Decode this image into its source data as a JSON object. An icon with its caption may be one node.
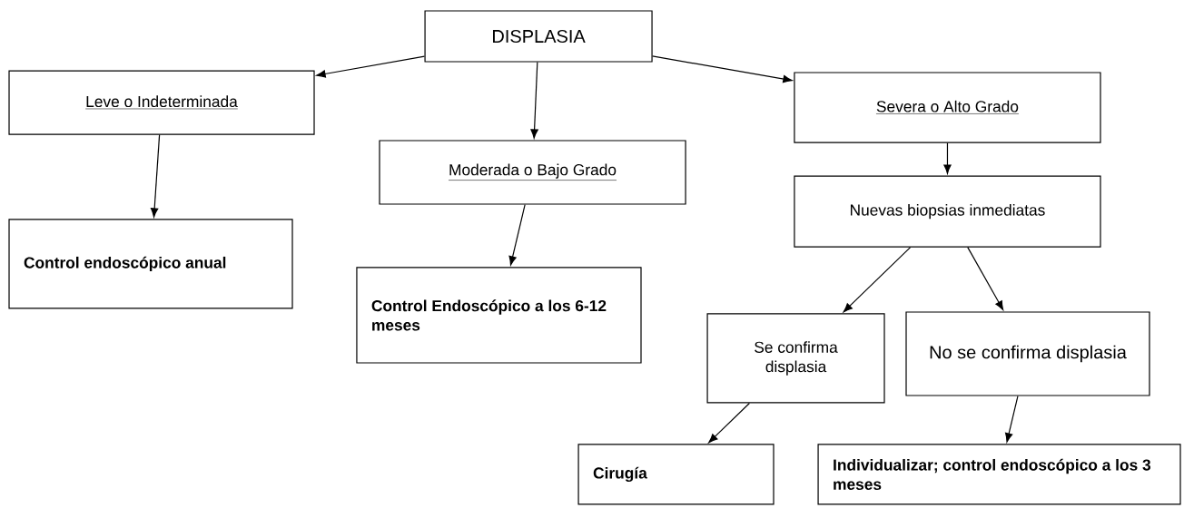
{
  "diagram": {
    "nodes": [
      {
        "text": [
          "DISPLASIA"
        ]
      },
      {
        "text": [
          "Leve o Indeterminada"
        ]
      },
      {
        "text": [
          "Moderada o Bajo Grado"
        ]
      },
      {
        "text": [
          "Severa o Alto Grado"
        ]
      },
      {
        "text": [
          "Control endoscópico anual"
        ]
      },
      {
        "text": [
          "Control Endoscópico a los 6-12 meses"
        ]
      },
      {
        "text": [
          "Nuevas biopsias inmediatas"
        ]
      },
      {
        "text": [
          "Se confirma displasia"
        ]
      },
      {
        "text": [
          "No se confirma displasia"
        ]
      },
      {
        "text": [
          "Cirugía"
        ]
      },
      {
        "text": [
          "Individualizar; control endoscópico a los 3 meses"
        ]
      }
    ],
    "edges": [
      {
        "from": 0,
        "to": 1,
        "arrow": "to"
      },
      {
        "from": 0,
        "to": 2,
        "arrow": "to"
      },
      {
        "from": 0,
        "to": 3,
        "arrow": "to"
      },
      {
        "from": 1,
        "to": 4,
        "arrow": "to"
      },
      {
        "from": 2,
        "to": 5,
        "arrow": "to"
      },
      {
        "from": 3,
        "to": 6,
        "arrow": "to"
      },
      {
        "from": 6,
        "to": 7,
        "arrow": "to"
      },
      {
        "from": 6,
        "to": 8,
        "arrow": "to"
      },
      {
        "from": 7,
        "to": 9,
        "arrow": "to"
      },
      {
        "from": 8,
        "to": 10,
        "arrow": "to"
      }
    ]
  }
}
